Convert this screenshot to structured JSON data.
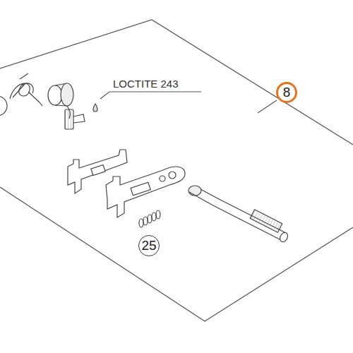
{
  "diagram": {
    "nodes": [
      {
        "text": [
          "8"
        ]
      },
      {
        "text": [
          "25"
        ]
      }
    ],
    "labels": [
      "LOCTITE 243"
    ]
  }
}
